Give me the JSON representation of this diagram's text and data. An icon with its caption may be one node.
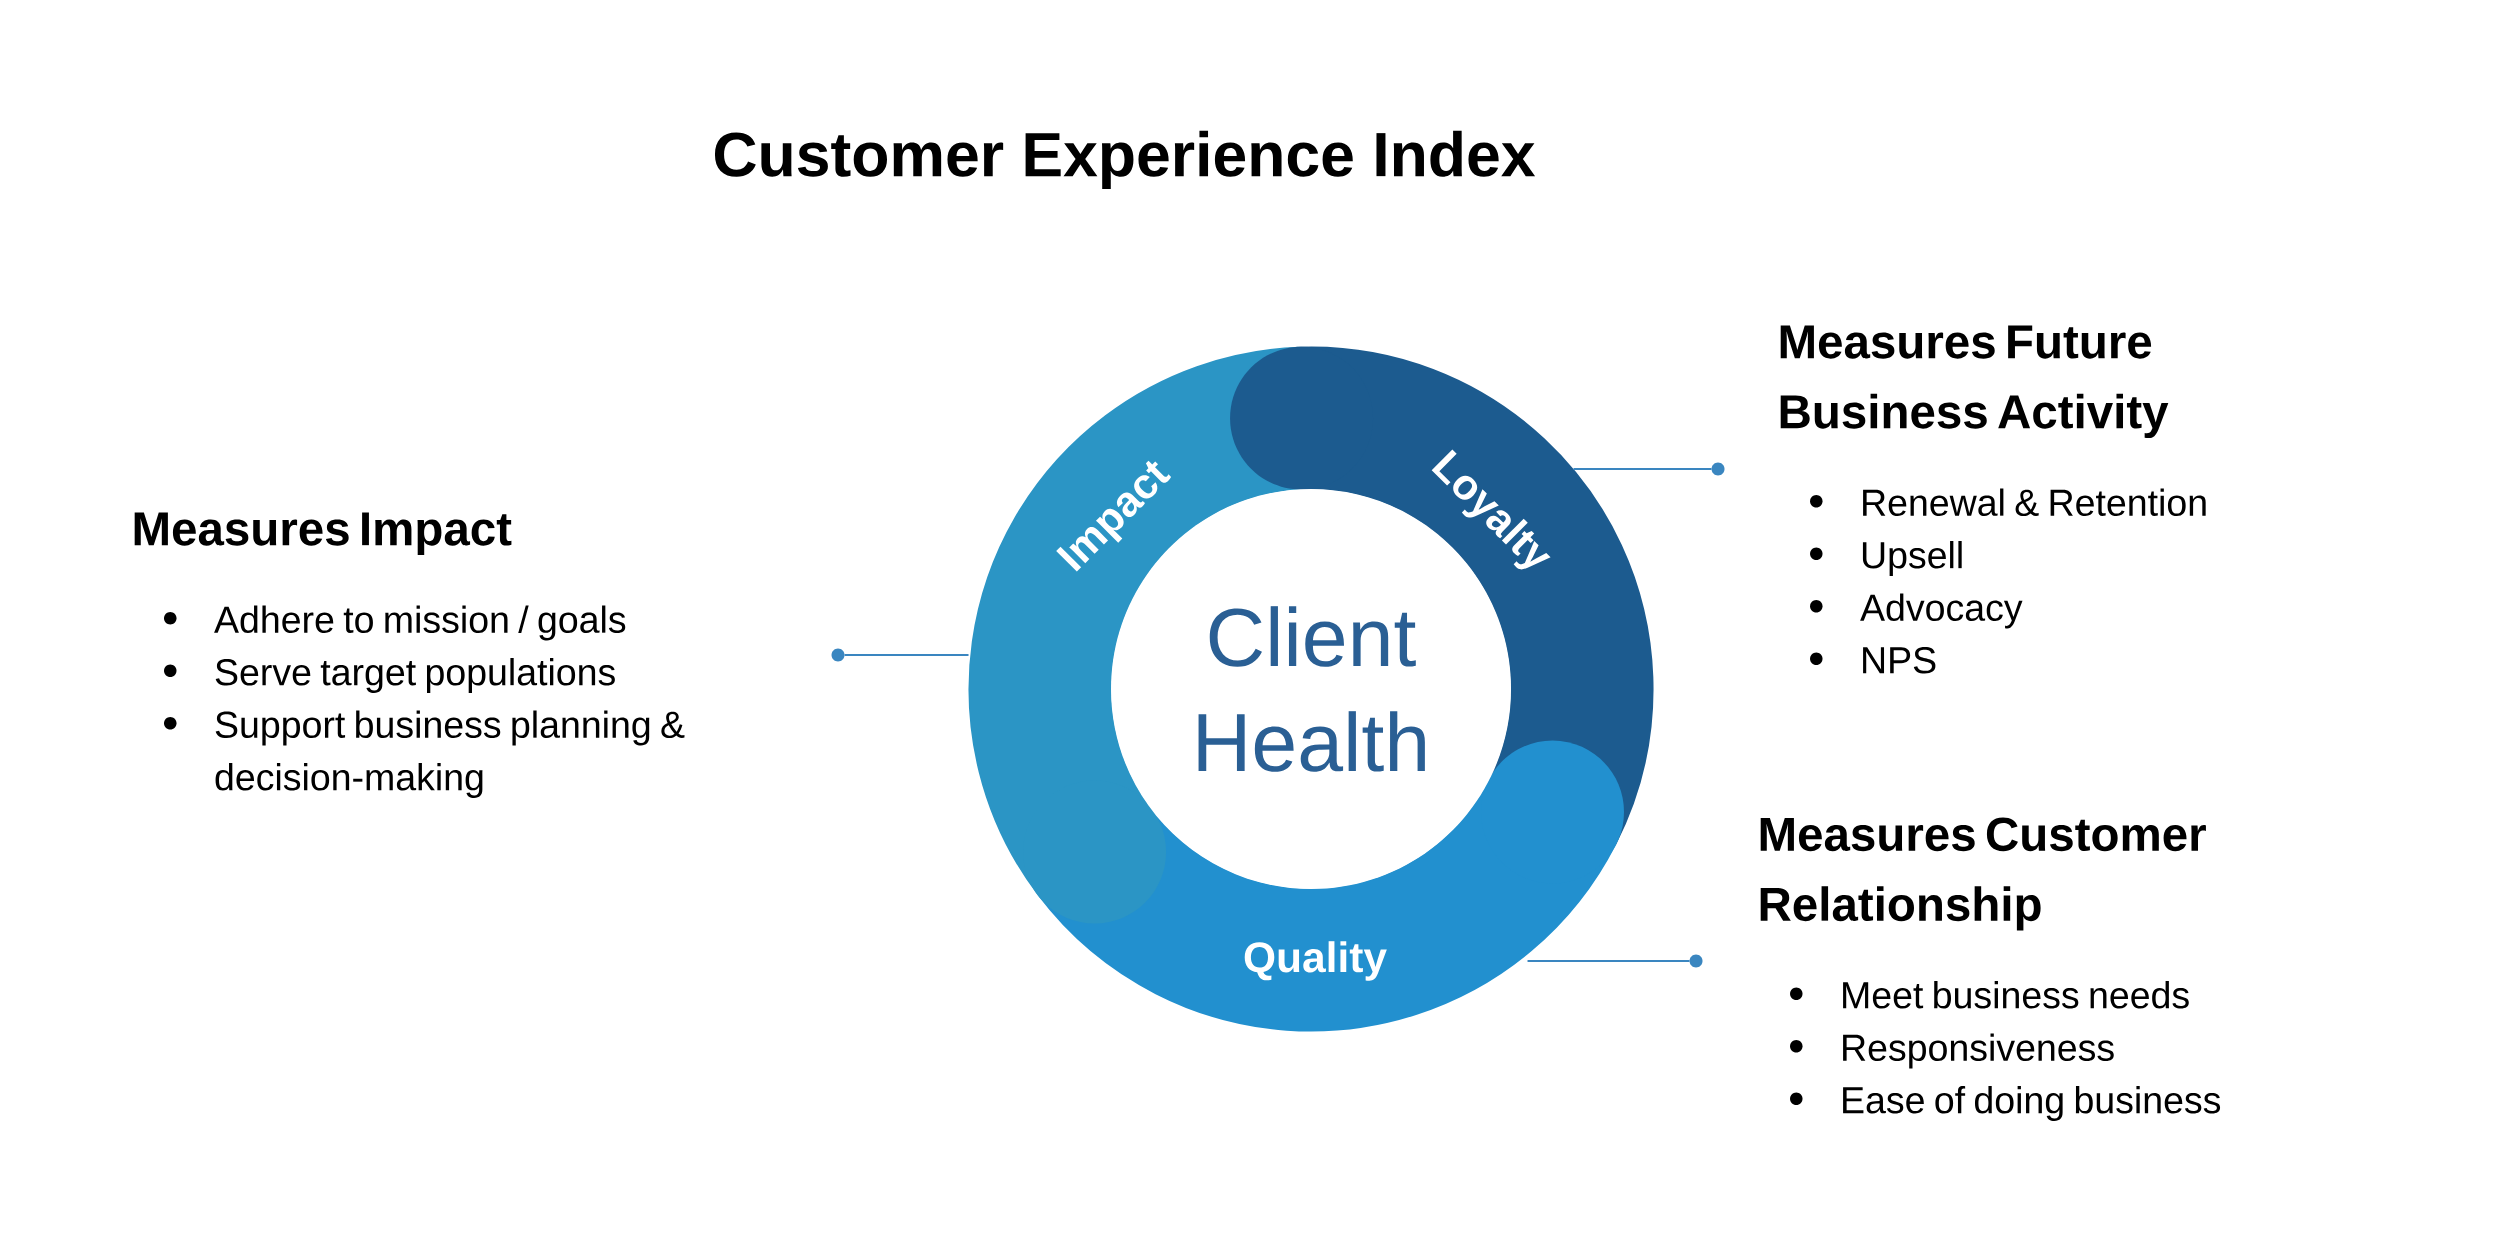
{
  "diagram": {
    "title": "Customer Experience Index",
    "nodes": [
      {
        "text": [
          "Impact"
        ]
      },
      {
        "text": [
          "Loyalty"
        ]
      },
      {
        "text": [
          "Quality"
        ]
      },
      {
        "text": [
          "Client Health"
        ]
      },
      {
        "text": [
          "Measures Impact",
          "Adhere to mission / goals",
          "Serve target populations",
          "Support business planning & decision-making"
        ]
      },
      {
        "text": [
          "Measures Future Business Activity",
          "Renewal & Retention",
          "Upsell",
          "Advocacy",
          "NPS"
        ]
      },
      {
        "text": [
          "Measures Customer Relationship",
          "Meet business needs",
          "Responsiveness",
          "Ease of doing business"
        ]
      }
    ],
    "edges": [
      {
        "from": 0,
        "to": 4,
        "arrow": "none"
      },
      {
        "from": 1,
        "to": 5,
        "arrow": "none"
      },
      {
        "from": 2,
        "to": 6,
        "arrow": "none"
      }
    ]
  }
}
